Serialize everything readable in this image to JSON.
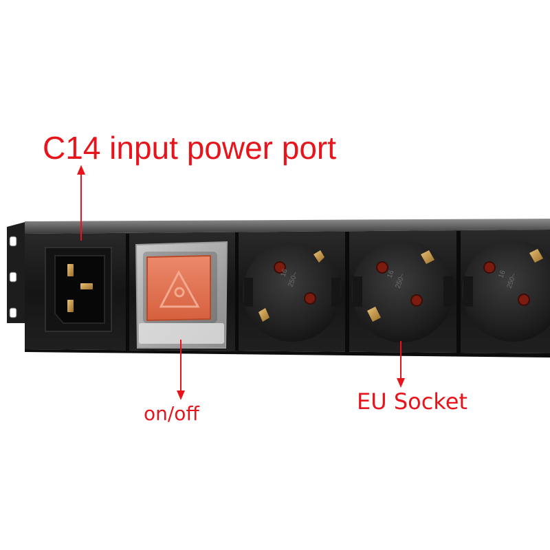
{
  "annotations": {
    "input_port_label": "C14 input power port",
    "switch_label": "on/off",
    "socket_label": "EU Socket"
  },
  "socket_markings": {
    "rating_top": "16",
    "rating_bottom": "250~"
  },
  "colors": {
    "annotation_red": "#e8141b",
    "body_black": "#1b1b1b",
    "switch_orange": "#e0714e",
    "contact_gold": "#c89a45"
  },
  "icons": [
    "c14-inlet-icon",
    "rocker-switch-icon",
    "eu-schuko-socket-icon",
    "arrow-up-icon",
    "arrow-down-icon"
  ]
}
